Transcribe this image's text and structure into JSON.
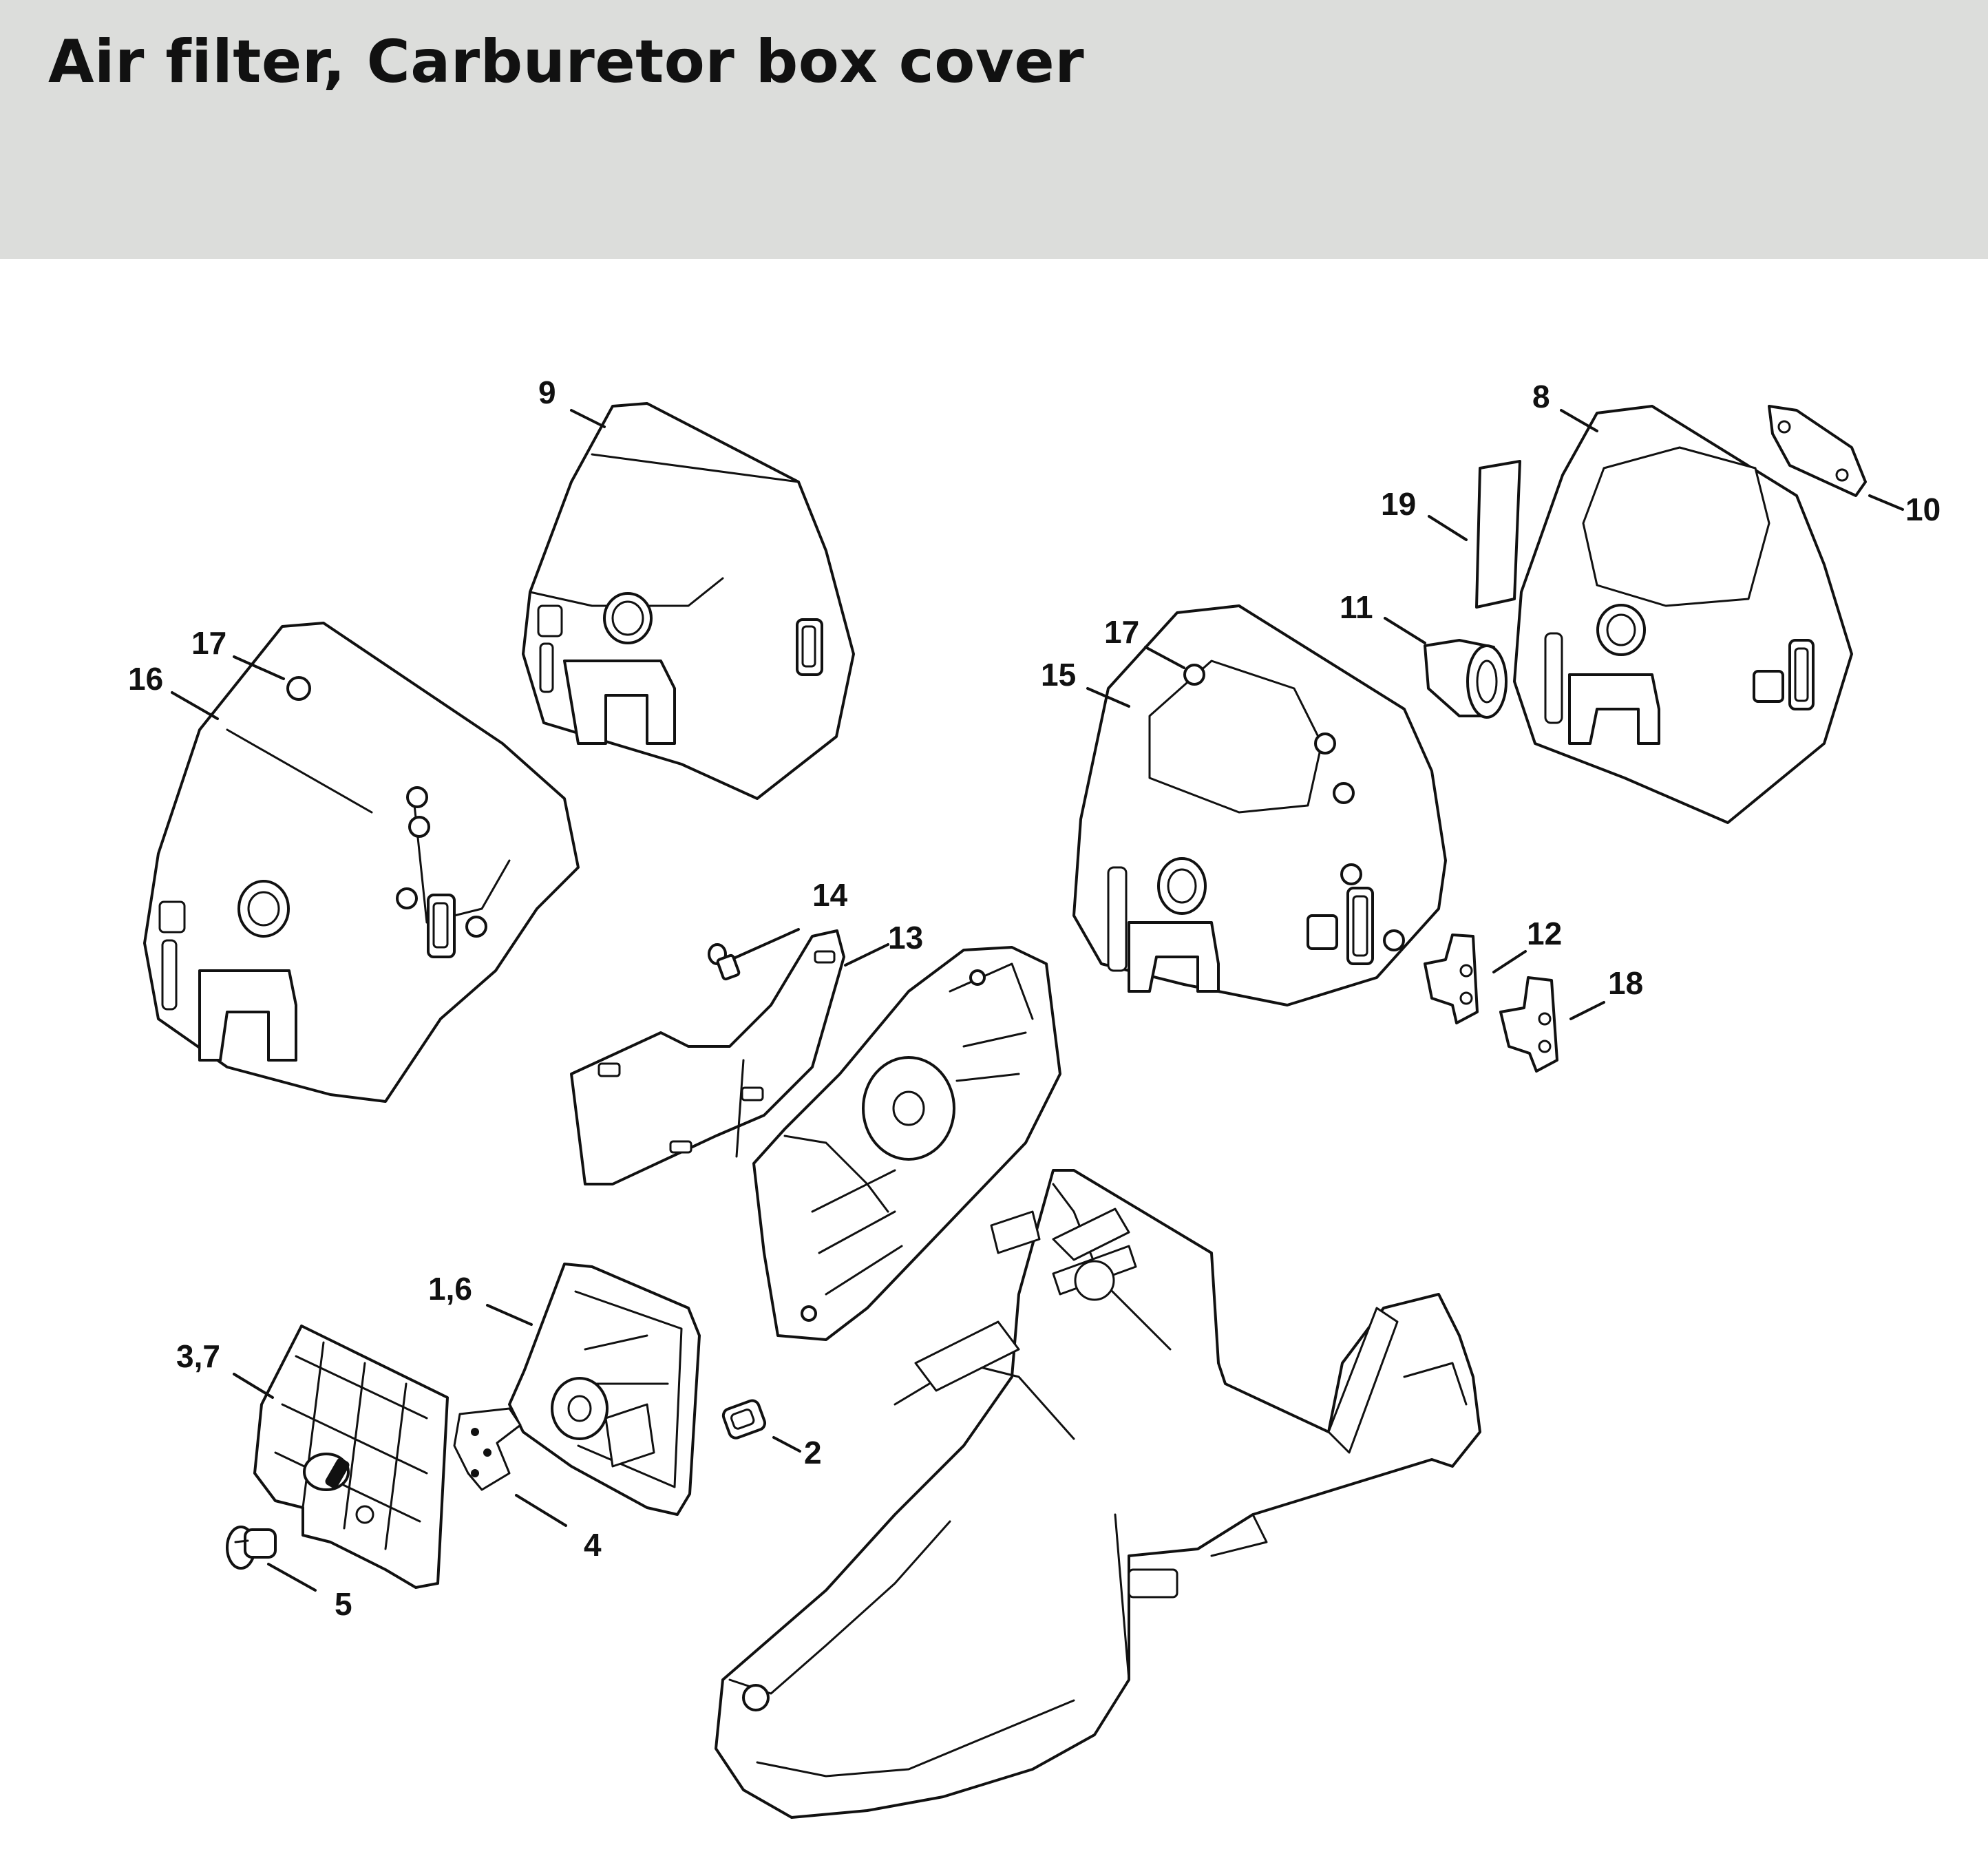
{
  "header": {
    "title": "Air filter, Carburetor box cover",
    "background": "#dcdddb"
  },
  "callouts": [
    {
      "id": "c9",
      "label": "9"
    },
    {
      "id": "c8",
      "label": "8"
    },
    {
      "id": "c10",
      "label": "10"
    },
    {
      "id": "c19",
      "label": "19"
    },
    {
      "id": "c11",
      "label": "11"
    },
    {
      "id": "c17a",
      "label": "17"
    },
    {
      "id": "c16",
      "label": "16"
    },
    {
      "id": "c17b",
      "label": "17"
    },
    {
      "id": "c15",
      "label": "15"
    },
    {
      "id": "c14",
      "label": "14"
    },
    {
      "id": "c13",
      "label": "13"
    },
    {
      "id": "c12",
      "label": "12"
    },
    {
      "id": "c18",
      "label": "18"
    },
    {
      "id": "c16b",
      "label": "1,6"
    },
    {
      "id": "c37",
      "label": "3,7"
    },
    {
      "id": "c2",
      "label": "2"
    },
    {
      "id": "c4",
      "label": "4"
    },
    {
      "id": "c5",
      "label": "5"
    }
  ]
}
